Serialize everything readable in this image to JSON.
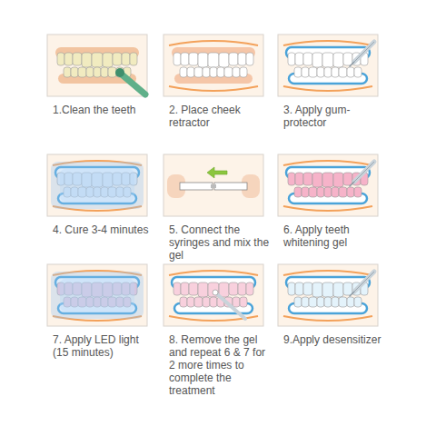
{
  "diagram": {
    "nodes": [
      {
        "text": [
          "1.Clean the teeth"
        ]
      },
      {
        "text": [
          "2. Place cheek retractor"
        ]
      },
      {
        "text": [
          "3. Apply gum-protector"
        ]
      },
      {
        "text": [
          "4. Cure 3-4 minutes"
        ]
      },
      {
        "text": [
          "5. Connect the syringes and mix the gel"
        ]
      },
      {
        "text": [
          "6. Apply teeth whitening gel"
        ]
      },
      {
        "text": [
          "7. Apply LED light (15 minutes)"
        ]
      },
      {
        "text": [
          "8. Remove the gel and repeat 6 & 7 for 2 more times to complete the treatment"
        ]
      },
      {
        "text": [
          "9.Apply desensitizer"
        ]
      }
    ]
  }
}
